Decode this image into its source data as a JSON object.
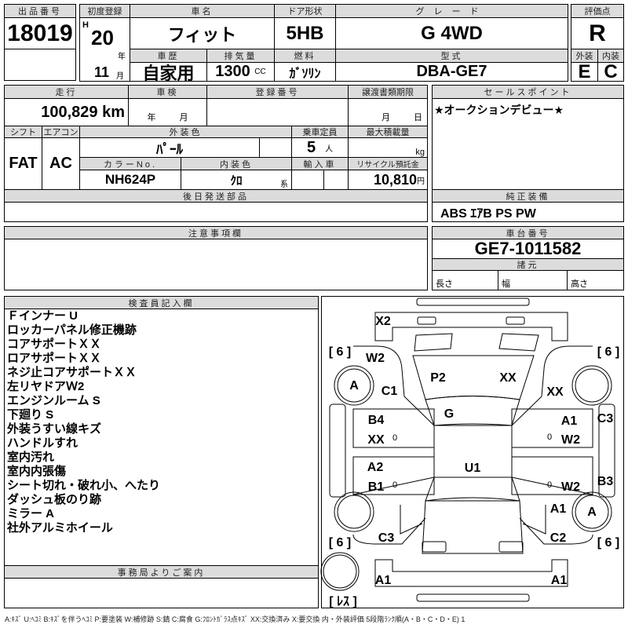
{
  "header": {
    "lot_no_label": "出品番号",
    "lot_no": "18019",
    "first_reg_label": "初度登録",
    "era": "H",
    "year": "20",
    "year_unit": "年",
    "month": "11",
    "month_unit": "月",
    "car_name_label": "車名",
    "car_name": "フィット",
    "door_label": "ドア形状",
    "door": "5HB",
    "grade_label": "グレード",
    "grade": "G 4WD",
    "history_label": "車歴",
    "history": "自家用",
    "displacement_label": "排気量",
    "displacement": "1300",
    "displacement_unit": "CC",
    "fuel_label": "燃料",
    "fuel": "ｶﾞｿﾘﾝ",
    "model_label": "型式",
    "model": "DBA-GE7",
    "score_label": "評価点",
    "score": "R",
    "ext_label": "外装",
    "int_label": "内装",
    "ext": "E",
    "int": "C"
  },
  "details": {
    "mileage_label": "走行",
    "mileage": "100,829",
    "mileage_unit": "km",
    "inspection_label": "車検",
    "inspection_year": "年",
    "inspection_month": "月",
    "reg_no_label": "登録番号",
    "transfer_label": "譲渡書類期限",
    "transfer_month": "月",
    "transfer_day": "日",
    "shift_label": "シフト",
    "shift": "FAT",
    "ac_label": "エアコン",
    "ac": "AC",
    "color_label": "外装色",
    "color": "ﾊﾟｰﾙ",
    "capacity_label": "乗車定員",
    "capacity": "5",
    "capacity_unit": "人",
    "load_label": "最大積載量",
    "load_unit": "kg",
    "color_no_label": "カラーNo.",
    "color_no": "NH624P",
    "interior_label": "内装色",
    "interior": "ｸﾛ",
    "interior_suffix": "系",
    "import_label": "輸入車",
    "recycle_label": "リサイクル預託金",
    "recycle": "10,810",
    "recycle_unit": "円",
    "later_parts_label": "後日発送部品"
  },
  "sales": {
    "label": "セールスポイント",
    "text": "★オークションデビュー★",
    "equip_label": "純正装備",
    "equip": "ABS ｴｱB PS PW"
  },
  "notes_label": "注意事項欄",
  "chassis": {
    "label": "車台番号",
    "value": "GE7-1011582",
    "spec_label": "諸元",
    "length": "長さ",
    "width": "幅",
    "height": "高さ"
  },
  "inspector": {
    "label": "検査員記入欄",
    "items": [
      "Ｆインナー U",
      "ロッカーパネル修正機跡",
      "コアサポートＸＸ",
      "ロアサポートＸＸ",
      "ネジ止コアサポートＸＸ",
      "左リヤドアＷ2",
      "エンジンルーム S",
      "下廻り S",
      "外装うすい線キズ",
      "ハンドルすれ",
      "室内汚れ",
      "室内内張傷",
      "シート切れ・破れ小、へたり",
      "ダッシュ板のり跡",
      "ミラー A",
      "社外アルミホイール"
    ]
  },
  "office_label": "事務局よりご案内",
  "diagram": {
    "tread": [
      "[ 6 ]",
      "[ 6 ]",
      "[ 6 ]",
      "[ 6 ]"
    ],
    "spare": "[ ﾚｽ ]",
    "marks": {
      "x2": "X2",
      "w2_lf": "W2",
      "tire_lf": "A",
      "c1": "C1",
      "p2": "P2",
      "xx_hood": "XX",
      "xx_rf": "XX",
      "g": "G",
      "b4": "B4",
      "xx_ld": "XX",
      "a2": "A2",
      "b1": "B1",
      "u1": "U1",
      "a1_rd": "A1",
      "w2_rd": "W2",
      "c3_r": "C3",
      "b3": "B3",
      "w2_rrd": "W2",
      "a1_rr": "A1",
      "tire_rr": "A",
      "c3_lr": "C3",
      "c2": "C2",
      "a1_bl": "A1",
      "a1_br": "A1",
      "z1": "0",
      "z2": "0",
      "z3": "0",
      "z4": "0"
    }
  },
  "legend": "A:ｷｽﾞ U:ﾍｺﾐ B:ｷｽﾞを伴うﾍｺﾐ P:要塗装 W:補修跡 S:錆 C:腐食 G:ﾌﾛﾝﾄｶﾞﾗｽ点ｷｽﾞ XX:交換済み X:要交換  内・外装評価  5段階ﾗﾝｸ順(A・B・C・D・E) 1"
}
